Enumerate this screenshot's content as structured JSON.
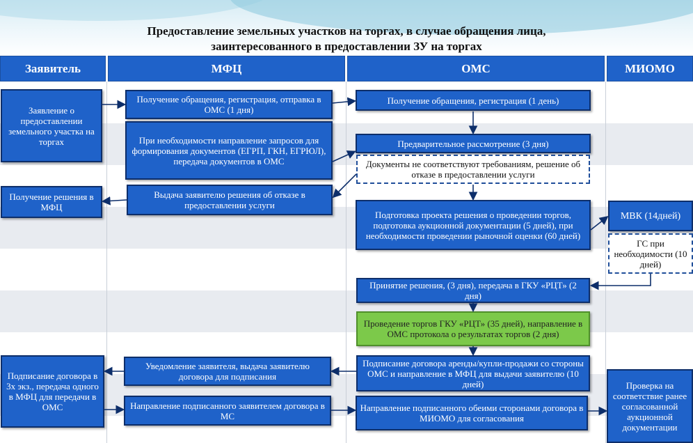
{
  "title_line1": "Предоставление земельных участков на торгах, в случае обращения лица,",
  "title_line2": "заинтересованного в предоставлении ЗУ на торгах",
  "lanes": {
    "applicant": "Заявитель",
    "mfc": "МФЦ",
    "oms": "ОМС",
    "miomo": "МИОМО"
  },
  "boxes": {
    "applicant_request": "Заявление о предоставлении земельного участка на торгах",
    "applicant_receive": "Получение решения в МФЦ",
    "applicant_sign": "Подписание договора в 3х экз., передача одного в МФЦ для передачи в ОМС",
    "mfc_receive": "Получение обращения, регистрация, отправка в ОМС (1 дня)",
    "mfc_requests": "При необходимости направление запросов для формирования документов (ЕГРП, ГКН, ЕГРЮЛ), передача документов в ОМС",
    "mfc_refusal": "Выдача заявителю решения об отказе в предоставлении услуги",
    "mfc_notify": "Уведомление заявителя, выдача заявителю договора для подписания",
    "mfc_send_signed": "Направление подписанного заявителем договора в МС",
    "oms_receive": "Получение обращения, регистрация (1 день)",
    "oms_prelim": "Предварительное рассмотрение (3 дня)",
    "oms_not_compliant": "Документы не соответствуют требованиям, решение об отказе в предоставлении услуги",
    "oms_prepare": "Подготовка проекта решения о проведении торгов, подготовка аукционной документации (5 дней), при необходимости проведении рыночной оценки (60 дней)",
    "oms_decision": "Принятие решения, (3 дня), передача в ГКУ «РЦТ» (2 дня)",
    "oms_auction": "Проведение торгов ГКУ «РЦТ» (35 дней), направление в ОМС протокола о результатах торгов (2 дня)",
    "oms_sign_contract": "Подписание договора аренды/купли-продажи со стороны ОМС и направление в МФЦ для выдачи заявителю (10 дней)",
    "oms_send_both": "Направление подписанного обеими сторонами договора в МИОМО для согласования",
    "miomo_mvk": "МВК (14дней)",
    "miomo_gs": "ГС при необходимости (10 дней)",
    "miomo_check": "Проверка на соответствие ранее согласованной аукционной документации"
  },
  "colors": {
    "header_blue": "#1f62c9",
    "box_blue": "#1f62c9",
    "box_border": "#0d2e6a",
    "green": "#7cc94a",
    "band_gray": "#e8ebf0"
  }
}
